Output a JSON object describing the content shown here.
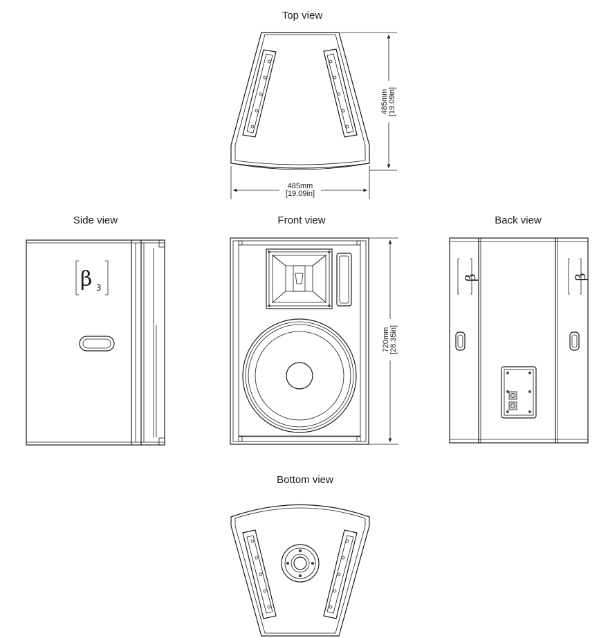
{
  "views": {
    "top": "Top view",
    "side": "Side view",
    "front": "Front view",
    "back": "Back view",
    "bottom": "Bottom view"
  },
  "dimensions": {
    "top_depth_mm": "485mm",
    "top_depth_in": "[19.09in]",
    "top_width_mm": "485mm",
    "top_width_in": "[19.09in]",
    "front_height_mm": "720mm",
    "front_height_in": "[28.35in]"
  }
}
